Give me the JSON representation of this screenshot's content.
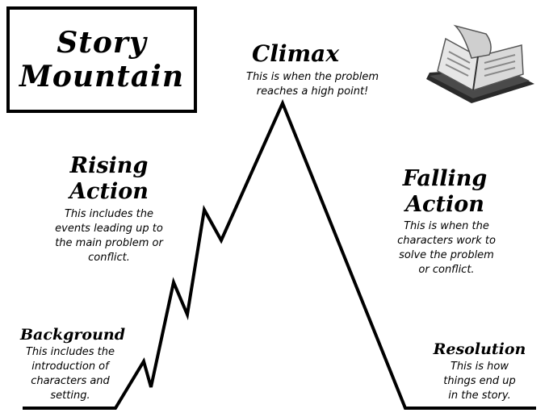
{
  "title": {
    "line1": "Story",
    "line2": "Mountain"
  },
  "sections": {
    "climax": {
      "heading": "Climax",
      "lines": [
        "This is when the problem",
        "reaches a high point!"
      ]
    },
    "rising_action": {
      "heading_line1": "Rising",
      "heading_line2": "Action",
      "lines": [
        "This includes the",
        "events leading up to",
        "the main problem or",
        "conflict."
      ]
    },
    "falling_action": {
      "heading_line1": "Falling",
      "heading_line2": "Action",
      "lines": [
        "This is when the",
        "characters work to",
        "solve the problem",
        "or conflict."
      ]
    },
    "background": {
      "heading": "Background",
      "lines": [
        "This includes the",
        "introduction of",
        "characters and",
        "setting."
      ]
    },
    "resolution": {
      "heading": "Resolution",
      "lines": [
        "This is how",
        "things end up",
        "in the story."
      ]
    }
  },
  "icons": {
    "book": "open-book-icon"
  },
  "colors": {
    "line": "#000000",
    "background": "#ffffff",
    "book_shadow": "#2a2a2a",
    "book_page": "#d9d9d9"
  }
}
